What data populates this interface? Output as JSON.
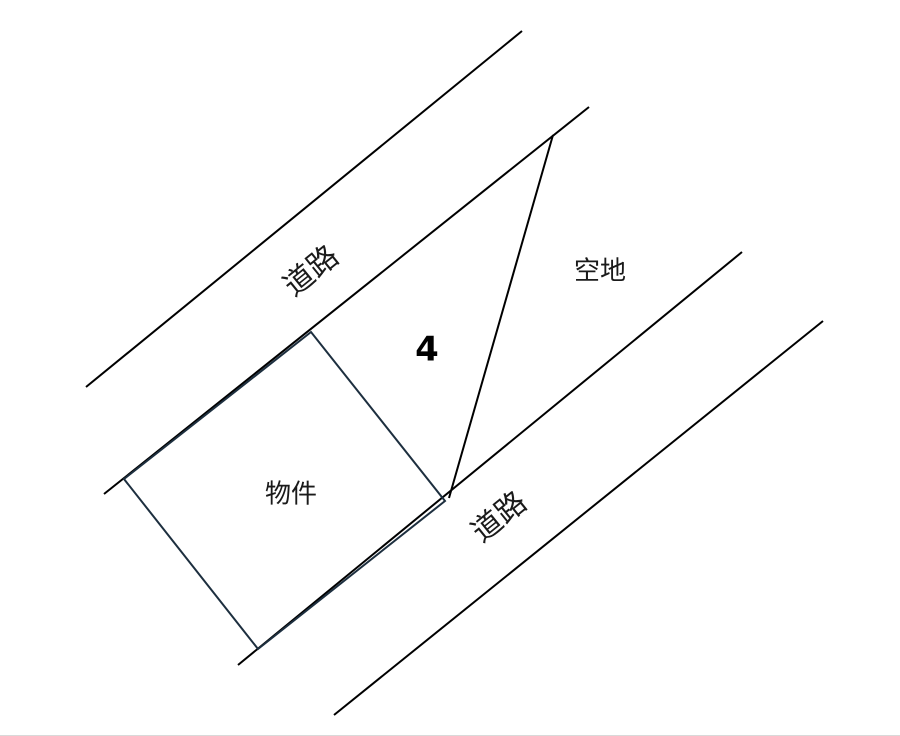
{
  "diagram": {
    "road_top_label": "道路",
    "road_bottom_label": "道路",
    "vacant_lot_label": "空地",
    "property_label": "物件",
    "parcel_number": "4"
  }
}
